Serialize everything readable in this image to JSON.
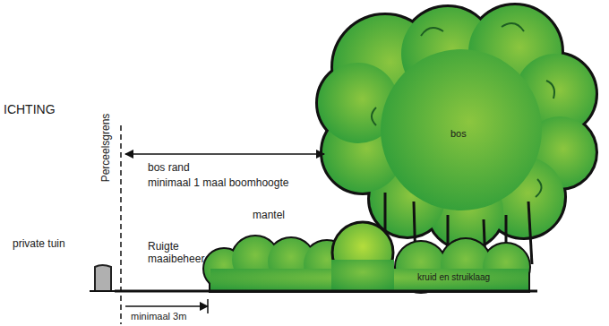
{
  "diagram": {
    "title": "ICHTING",
    "labels": [
      "Perceelsgrens",
      "bos rand",
      "minimaal 1 maal boomhoogte",
      "bos",
      "mantel",
      "private tuin",
      "Ruigte maaibeheer",
      "kruid en struiklaag",
      "minimaal 3m"
    ]
  }
}
